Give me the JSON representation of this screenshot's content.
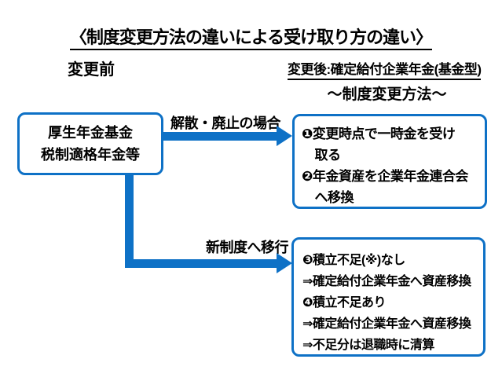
{
  "colors": {
    "blue": "#0e71c6",
    "text": "#000000",
    "background": "#ffffff"
  },
  "title": "〈制度変更方法の違いによる受け取り方の違い〉",
  "columns": {
    "before_label": "変更前",
    "after_label": "変更後:確定給付企業年金(基金型)",
    "after_sublabel": "～制度変更方法～"
  },
  "source_box": {
    "lines": [
      "厚生年金基金",
      "税制適格年金等"
    ]
  },
  "arrows": {
    "dissolution": {
      "label": "解散・廃止の場合"
    },
    "transition": {
      "label": "新制度へ移行"
    }
  },
  "dissolution_box": {
    "lines": [
      "❶変更時点で一時金を受け",
      "　取る",
      "❷年金資産を企業年金連合会",
      "　へ移換"
    ]
  },
  "transition_box": {
    "lines": [
      "❸積立不足(※)なし",
      "⇒確定給付企業年金へ資産移換",
      "❹積立不足あり",
      "⇒確定給付企業年金へ資産移換",
      "⇒不足分は退職時に清算"
    ]
  }
}
